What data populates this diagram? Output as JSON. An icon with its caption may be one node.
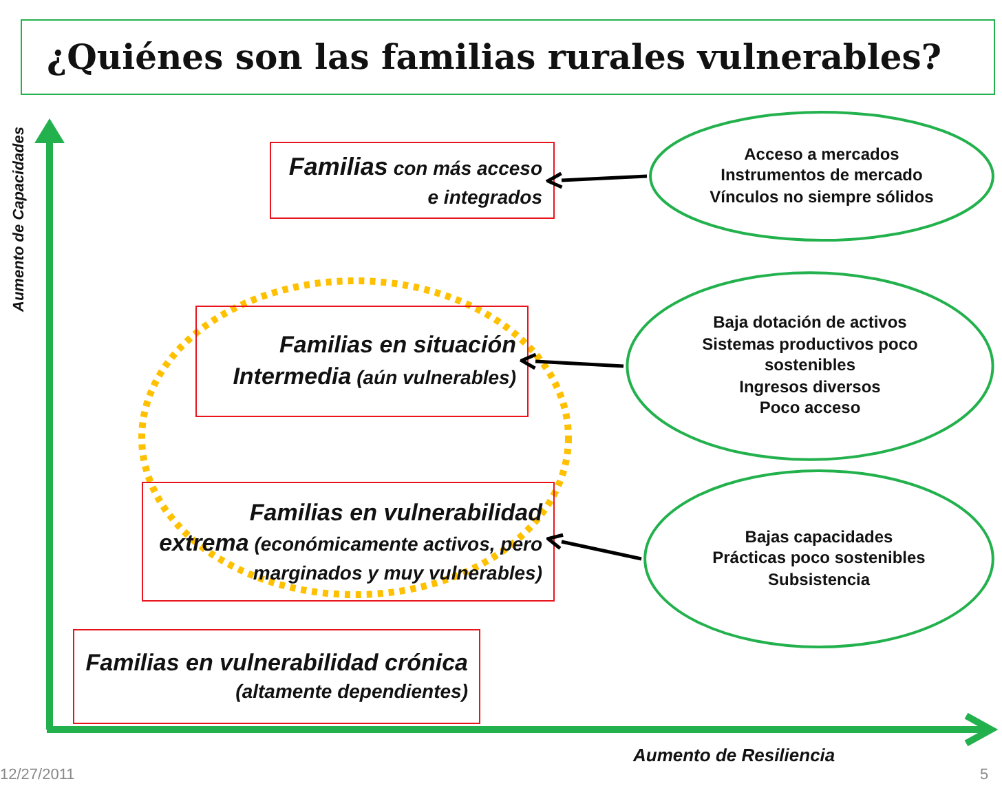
{
  "diagram": {
    "title": "¿Quiénes son las familias rurales vulnerables?",
    "nodes": [
      {
        "text": [
          "Familias",
          "con más acceso e integrados"
        ]
      },
      {
        "text": [
          "Acceso a mercados",
          "Instrumentos de mercado",
          "Vínculos no siempre sólidos"
        ]
      },
      {
        "text": [
          "Familias en situación Intermedia",
          "(aún vulnerables)"
        ]
      },
      {
        "text": [
          "Baja dotación de activos",
          "Sistemas productivos poco sostenibles",
          "Ingresos diversos",
          "Poco acceso"
        ]
      },
      {
        "text": [
          "Familias en vulnerabilidad extrema",
          "(económicamente activos, pero marginados y muy vulnerables)"
        ]
      },
      {
        "text": [
          "Bajas capacidades",
          "Prácticas poco sostenibles",
          "Subsistencia"
        ]
      },
      {
        "text": [
          "Familias en vulnerabilidad crónica",
          "(altamente dependientes)"
        ]
      }
    ],
    "edges": [
      {
        "from": 1,
        "to": 0,
        "arrow": "to"
      },
      {
        "from": 3,
        "to": 2,
        "arrow": "to"
      },
      {
        "from": 5,
        "to": 4,
        "arrow": "to"
      }
    ],
    "labels": [
      "Aumento de Capacidades",
      "Aumento de Resiliencia",
      "12/27/2011",
      "5"
    ]
  }
}
